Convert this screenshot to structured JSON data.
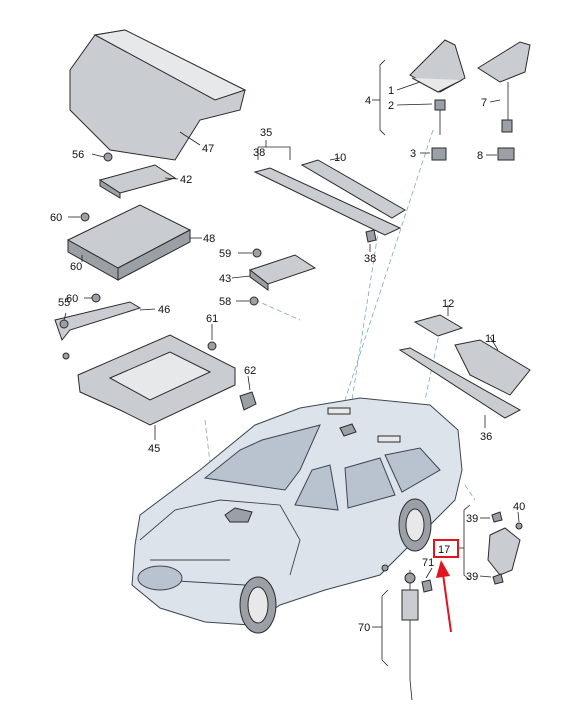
{
  "highlight": {
    "part": "17",
    "color": "#e0141e"
  },
  "labels": {
    "l1": "1",
    "l2": "2",
    "l3": "3",
    "l4": "4",
    "l7": "7",
    "l8": "8",
    "l10": "10",
    "l11": "11",
    "l12": "12",
    "l17": "17",
    "l35": "35",
    "l36": "36",
    "l38a": "38",
    "l38b": "38",
    "l39a": "39",
    "l39b": "39",
    "l40": "40",
    "l42": "42",
    "l43": "43",
    "l45": "45",
    "l46": "46",
    "l47": "47",
    "l48": "48",
    "l55": "55",
    "l56": "56",
    "l58": "58",
    "l59": "59",
    "l60a": "60",
    "l60b": "60",
    "l61": "61",
    "l62": "62",
    "l70": "70",
    "l71": "71"
  }
}
